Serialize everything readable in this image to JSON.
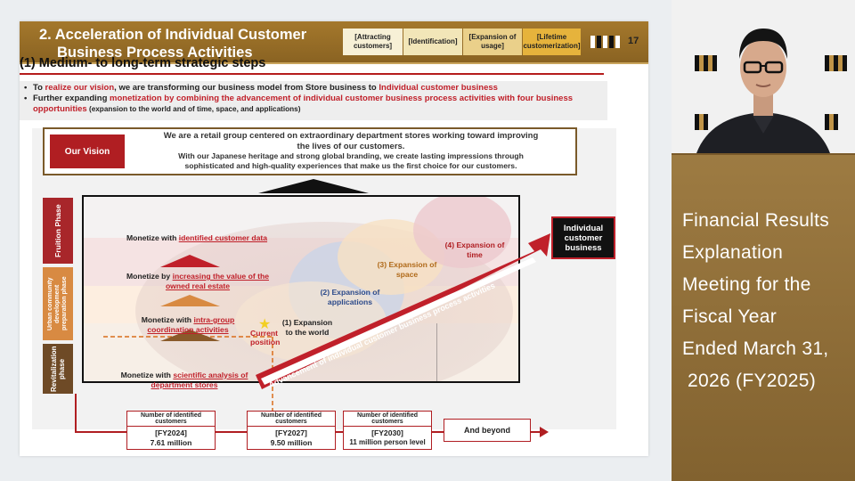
{
  "slide": {
    "header": {
      "title_line1": "2. Acceleration of Individual Customer",
      "title_line2": "Business Process Activities",
      "chips": [
        "[Attracting customers]",
        "[Identification]",
        "[Expansion of usage]",
        "[Lifetime customerization]"
      ],
      "page_number": "17"
    },
    "section_title": "(1) Medium- to long-term strategic steps",
    "bullets": {
      "b1_a": "To ",
      "b1_b": "realize our vision",
      "b1_c": ", we are transforming our business model from Store business to ",
      "b1_d": "Individual customer business",
      "b2_a": "Further expanding ",
      "b2_b": "monetization by combining the advancement of individual customer business process activities with four business opportunities",
      "b2_c": " (expansion to the world and of time, space, and applications)"
    },
    "vision": {
      "label": "Our Vision",
      "line1": "We are a retail group centered on extraordinary department stores working toward improving",
      "line2": "the lives of our customers.",
      "line3": "With our Japanese heritage and strong global branding, we create lasting impressions through",
      "line4": "sophisticated and high-quality experiences that make us the first choice for our customers."
    },
    "phases": {
      "fruition": "Fruition Phase",
      "urban": "Urban community development preparation phase",
      "revitalization": "Revitalization phase"
    },
    "monetize": {
      "m1_a": "Monetize with ",
      "m1_b": "identified customer data",
      "m2_a": "Monetize by ",
      "m2_b": "increasing the value of the owned real estate",
      "m3_a": "Monetize with ",
      "m3_b": "intra-group coordination activities",
      "m4_a": "Monetize with ",
      "m4_b": "scientific analysis of department stores"
    },
    "expansions": {
      "e1": "(1) Expansion to the world",
      "e2": "(2) Expansion of applications",
      "e3": "(3) Expansion of space",
      "e4": "(4) Expansion of time"
    },
    "arrow_label": "Advancement of individual customer business process activities",
    "icb_box": "Individual customer business",
    "current_position": "Current position",
    "milestones": [
      {
        "label": "Number of identified customers",
        "year": "[FY2024]",
        "value": "7.61 million"
      },
      {
        "label": "Number of identified customers",
        "year": "[FY2027]",
        "value": "9.50 million"
      },
      {
        "label": "Number of identified customers",
        "year": "[FY2030]",
        "value": "11 million person level"
      }
    ],
    "beyond": "And beyond"
  },
  "side_panel": {
    "title_lines": [
      "Financial Results",
      "Explanation",
      "Meeting for the",
      "Fiscal Year",
      "Ended March 31,",
      "2026 (FY2025)"
    ]
  },
  "colors": {
    "brand_gold": "#a4782c",
    "accent_red": "#b01e22",
    "fruition": "#a8262a",
    "urban": "#d88a42",
    "revitalization": "#6e4a26"
  }
}
